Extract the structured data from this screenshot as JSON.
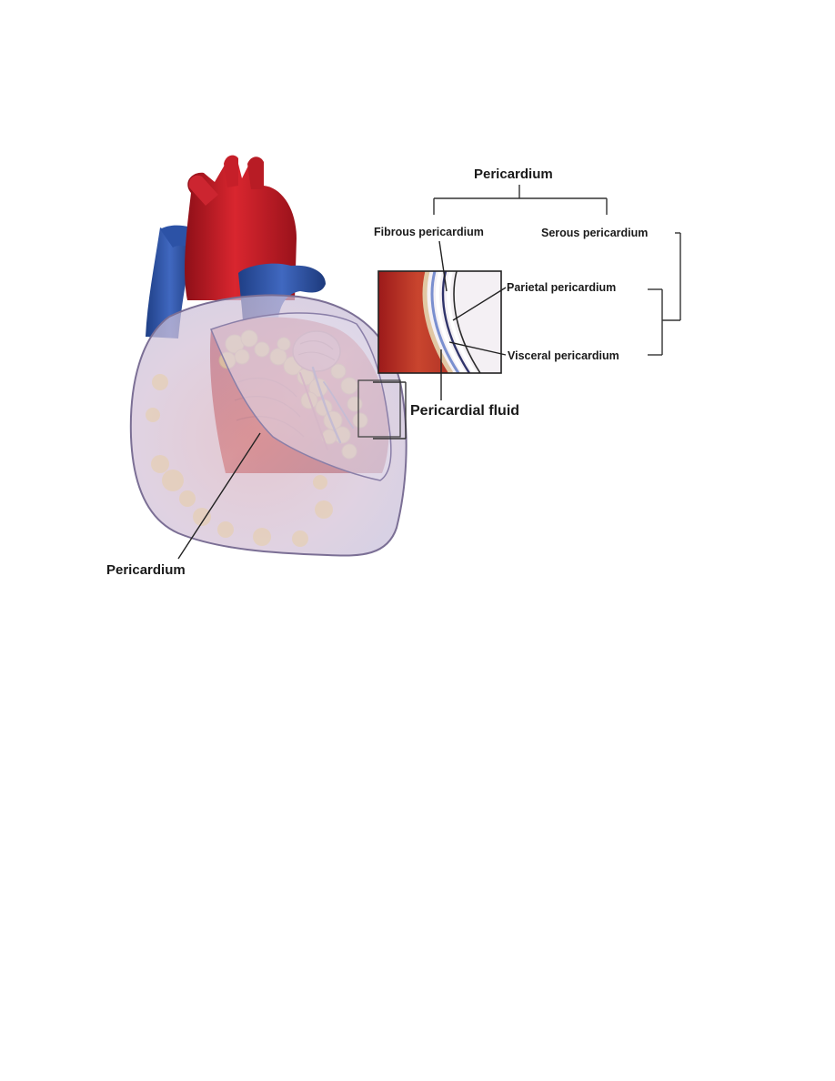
{
  "diagram": {
    "labels": {
      "pericardium_top": "Pericardium",
      "fibrous": "Fibrous pericardium",
      "serous": "Serous pericardium",
      "parietal": "Parietal pericardium",
      "visceral": "Visceral pericardium",
      "fluid": "Pericardial fluid",
      "pericardium_bottom": "Pericardium"
    },
    "colors": {
      "artery_red": "#c8202a",
      "vein_blue": "#2e55a8",
      "fat_yellow": "#e8b620",
      "pericardium_lilac": "#d7c8dc",
      "line_dark": "#222222"
    }
  }
}
